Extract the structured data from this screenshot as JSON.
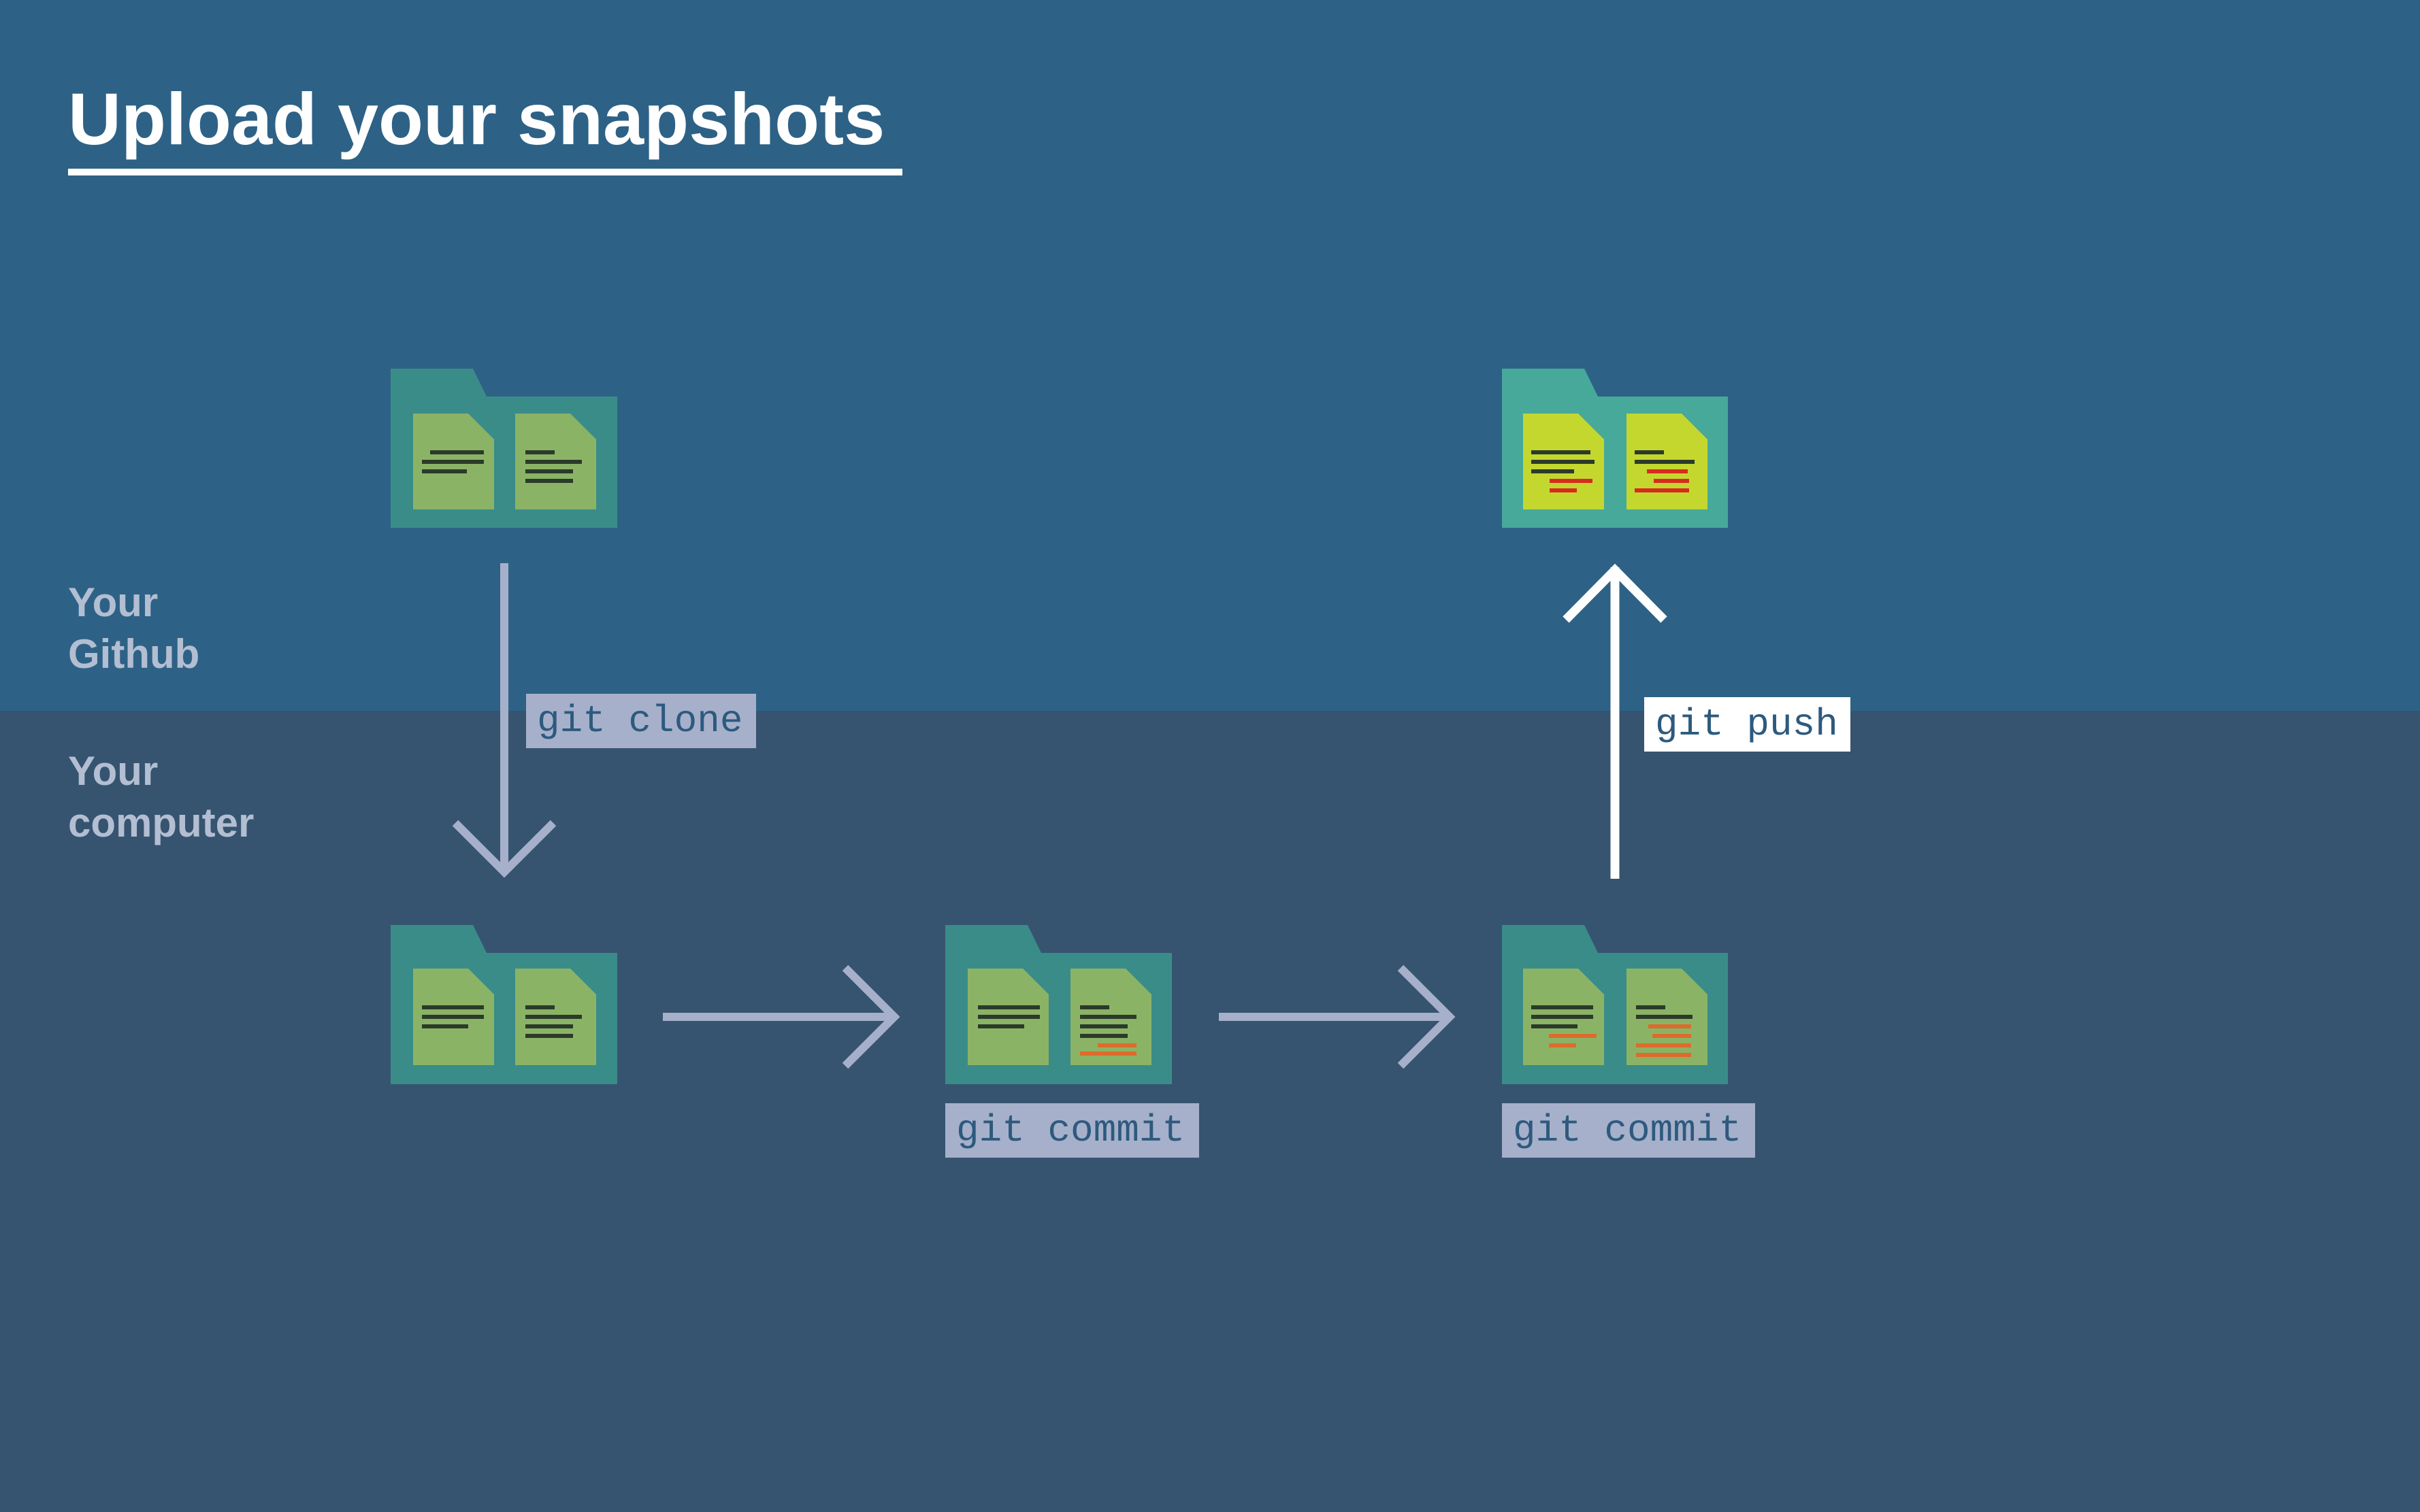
{
  "title": "Upload your snapshots",
  "zones": {
    "remote": {
      "line1": "Your",
      "line2": "Github"
    },
    "local": {
      "line1": "Your",
      "line2": "computer"
    }
  },
  "commands": {
    "clone": "git clone",
    "commit1": "git commit",
    "commit2": "git commit",
    "push": "git push"
  },
  "colors": {
    "top_background": "#2D6286",
    "bottom_background": "#36546F",
    "folder": "#3A8C89",
    "folder_highlight": "#46A99A",
    "file": "#8BB366",
    "file_highlight": "#C4D72F",
    "text_line": "#2B3A2A",
    "changed_line_local": "#DD6B2C",
    "changed_line_remote": "#D72B1E",
    "zone_label": "#B3BED2",
    "muted_arrow": "#A6B0CA",
    "muted_label_bg": "#A6B0CA",
    "push_label_bg": "#FFFFFF",
    "label_text": "#2D5A7E"
  },
  "icons": {
    "folder": "folder-icon",
    "file": "file-icon",
    "arrow": "arrow-icon"
  }
}
